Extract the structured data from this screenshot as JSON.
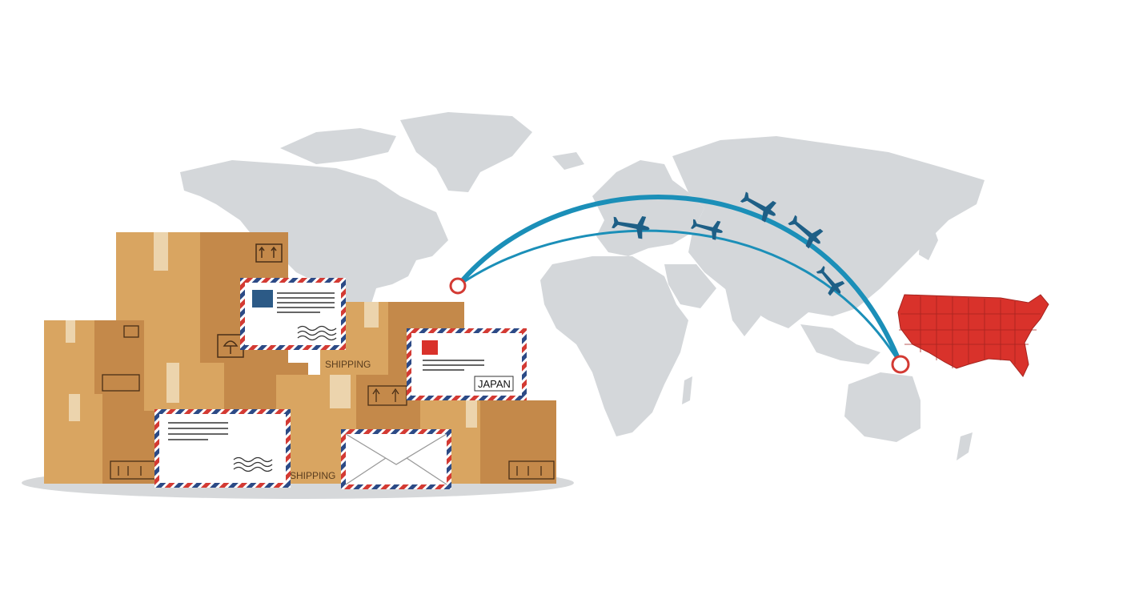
{
  "colors": {
    "map_land": "#d4d7da",
    "usa_fill": "#d9322b",
    "usa_borders": "#a52520",
    "route": "#1b8fb8",
    "plane": "#1e5f86",
    "box_front": "#d9a561",
    "box_side": "#c4894a",
    "box_tape": "#ecd4ad",
    "airmail_red": "#d33a33",
    "airmail_blue": "#2c4a86",
    "shadow": "#d6d8da"
  },
  "labels": {
    "shipping_top": "SHIPPING",
    "shipping_bottom": "SHIPPING",
    "destination": "JAPAN"
  },
  "icons": {
    "package_handling": "fragile-umbrella-arrows-icon",
    "plane": "airplane-icon",
    "pin": "location-ring-icon"
  }
}
